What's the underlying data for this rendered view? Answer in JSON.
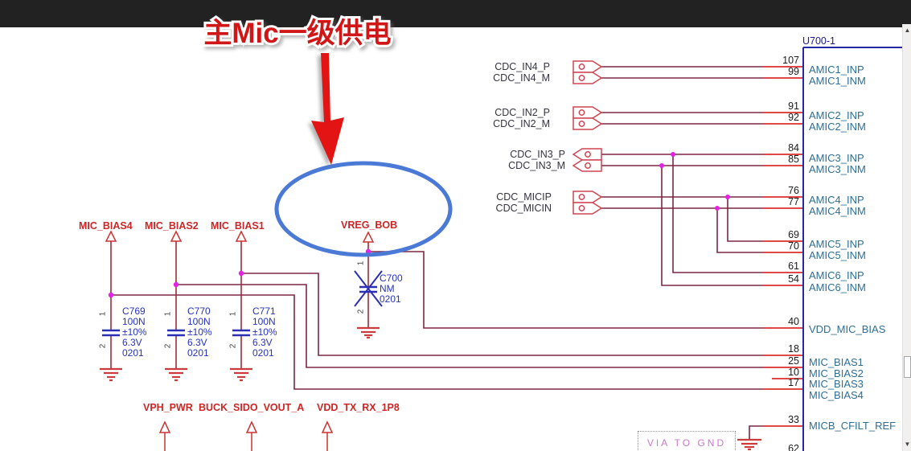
{
  "annotation": {
    "title": "主Mic一级供电",
    "via_note": "VIA TO GND"
  },
  "nets": {
    "left": [
      {
        "label": "MIC_BIAS4"
      },
      {
        "label": "MIC_BIAS2"
      },
      {
        "label": "MIC_BIAS1"
      }
    ],
    "center": {
      "label": "VREG_BOB"
    },
    "power": [
      {
        "label": "VPH_PWR"
      },
      {
        "label": "BUCK_SIDO_VOUT_A"
      },
      {
        "label": "VDD_TX_RX_1P8"
      }
    ]
  },
  "ports": [
    {
      "label": "CDC_IN4_P"
    },
    {
      "label": "CDC_IN4_M"
    },
    {
      "label": "CDC_IN2_P"
    },
    {
      "label": "CDC_IN2_M"
    },
    {
      "label": "CDC_IN3_P"
    },
    {
      "label": "CDC_IN3_M"
    },
    {
      "label": "CDC_MICIP"
    },
    {
      "label": "CDC_MICIN"
    }
  ],
  "capacitors": [
    {
      "ref": "C769",
      "value": "100N",
      "tol": "±10%",
      "volt": "6.3V",
      "pkg": "0201",
      "pin1": "1",
      "pin2": "2"
    },
    {
      "ref": "C770",
      "value": "100N",
      "tol": "±10%",
      "volt": "6.3V",
      "pkg": "0201",
      "pin1": "1",
      "pin2": "2"
    },
    {
      "ref": "C771",
      "value": "100N",
      "tol": "±10%",
      "volt": "6.3V",
      "pkg": "0201",
      "pin1": "1",
      "pin2": "2"
    },
    {
      "ref": "C700",
      "value": "NM",
      "pkg": "0201",
      "pin1": "1",
      "pin2": "2"
    }
  ],
  "chip": {
    "ref": "U700-1",
    "pins": [
      {
        "num": "107",
        "name": "AMIC1_INP"
      },
      {
        "num": "99",
        "name": "AMIC1_INM"
      },
      {
        "num": "91",
        "name": "AMIC2_INP"
      },
      {
        "num": "92",
        "name": "AMIC2_INM"
      },
      {
        "num": "84",
        "name": "AMIC3_INP"
      },
      {
        "num": "85",
        "name": "AMIC3_INM"
      },
      {
        "num": "76",
        "name": "AMIC4_INP"
      },
      {
        "num": "77",
        "name": "AMIC4_INM"
      },
      {
        "num": "69",
        "name": "AMIC5_INP"
      },
      {
        "num": "70",
        "name": "AMIC5_INM"
      },
      {
        "num": "61",
        "name": "AMIC6_INP"
      },
      {
        "num": "54",
        "name": "AMIC6_INM"
      },
      {
        "num": "40",
        "name": "VDD_MIC_BIAS"
      },
      {
        "num": "18",
        "name": "MIC_BIAS1"
      },
      {
        "num": "25",
        "name": "MIC_BIAS2"
      },
      {
        "num": "10",
        "name": "MIC_BIAS3"
      },
      {
        "num": "17",
        "name": "MIC_BIAS4"
      },
      {
        "num": "33",
        "name": "MICB_CFILT_REF"
      },
      {
        "num": "62",
        "name": ""
      }
    ]
  },
  "colors": {
    "wire": "#7b2742",
    "pin_stub": "#e04848",
    "symbol_red": "#cc3b3b",
    "component_blue": "#2a2fb3",
    "chip_border": "#2626a8",
    "junction_dot": "#e322e3",
    "highlight_ellipse": "#4b79d6",
    "annotation_red": "#d01616",
    "net_label": "#cc2626",
    "pin_name": "#2d6e96"
  }
}
